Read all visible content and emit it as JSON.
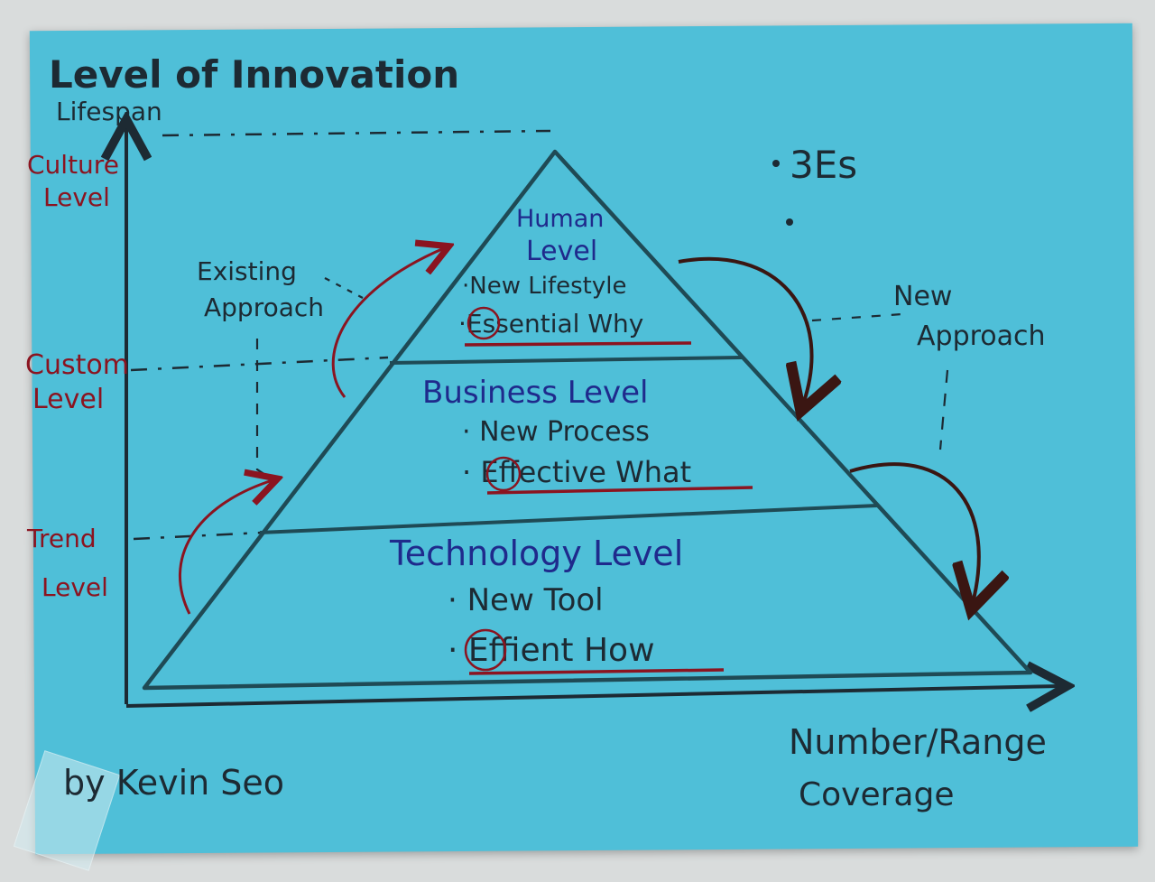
{
  "axes": {
    "y_title": "Level of Innovation",
    "y_subtitle": "Lifespan",
    "x_title": "Number/Range",
    "x_subtitle": "Coverage"
  },
  "y_levels": [
    {
      "line1": "Culture",
      "line2": "Level"
    },
    {
      "line1": "Custom",
      "line2": "Level"
    },
    {
      "line1": "Trend",
      "line2": "Level"
    }
  ],
  "tiers": {
    "human": {
      "title_line1": "Human",
      "title_line2": "Level",
      "point1": "New Lifestyle",
      "e_letter": "E",
      "point2": "ssential Why"
    },
    "business": {
      "title": "Business Level",
      "point1": "New Process",
      "e_letter": "E",
      "point2": "ffective What"
    },
    "technology": {
      "title": "Technology Level",
      "point1": "New Tool",
      "e_letter": "E",
      "point2": "ffient How"
    }
  },
  "labels": {
    "three_es": "3Es",
    "existing_line1": "Existing",
    "existing_line2": "Approach",
    "new_line1": "New",
    "new_line2": "Approach",
    "author": "by Kevin Seo"
  },
  "colors": {
    "paper": "#4fbfd8",
    "ink_dark": "#1d2a33",
    "ink_blue": "#1f2a8c",
    "ink_red": "#8b1420",
    "pyramid": "#1f4a55"
  }
}
